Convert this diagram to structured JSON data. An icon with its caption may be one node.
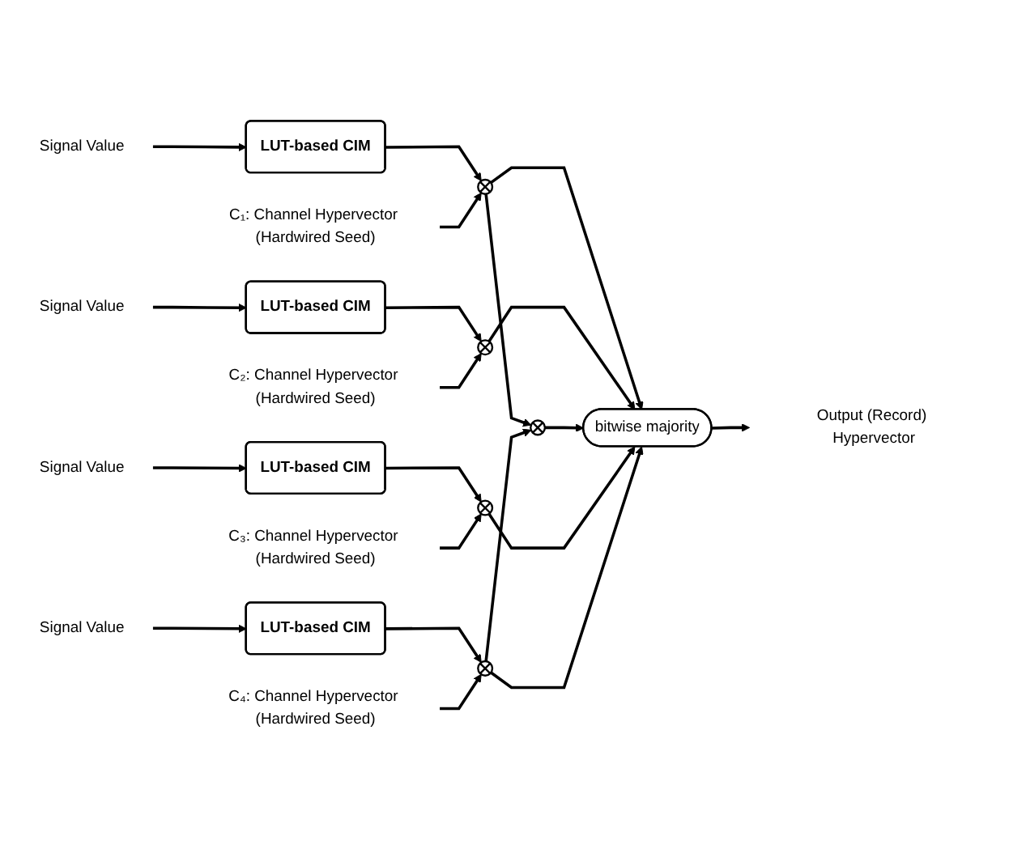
{
  "diagram": {
    "nodes": [
      {
        "text": [
          "Signal Value"
        ]
      },
      {
        "text": [
          "LUT-based CIM"
        ]
      },
      {
        "text": [],
        "shape": "circle"
      },
      {
        "text": [
          "C₁: Channel Hypervector (Hardwired Seed)"
        ]
      },
      {
        "text": [
          "Signal Value"
        ]
      },
      {
        "text": [
          "LUT-based CIM"
        ]
      },
      {
        "text": [],
        "shape": "circle"
      },
      {
        "text": [
          "C₂: Channel Hypervector (Hardwired Seed)"
        ]
      },
      {
        "text": [
          "Signal Value"
        ]
      },
      {
        "text": [
          "LUT-based CIM"
        ]
      },
      {
        "text": [],
        "shape": "circle"
      },
      {
        "text": [
          "C₃: Channel Hypervector (Hardwired Seed)"
        ]
      },
      {
        "text": [
          "Signal Value"
        ]
      },
      {
        "text": [
          "LUT-based CIM"
        ]
      },
      {
        "text": [],
        "shape": "circle"
      },
      {
        "text": [
          "C₄: Channel Hypervector (Hardwired Seed)"
        ]
      },
      {
        "text": [],
        "shape": "circle"
      },
      {
        "text": [
          "bitwise majority"
        ]
      },
      {
        "text": [
          "Output (Record) Hypervector"
        ]
      }
    ],
    "edges": [
      {
        "from": 0,
        "to": 1,
        "arrow": "to"
      },
      {
        "from": 1,
        "to": 2,
        "arrow": "to"
      },
      {
        "from": 3,
        "to": 2,
        "arrow": "to"
      },
      {
        "from": 4,
        "to": 5,
        "arrow": "to"
      },
      {
        "from": 5,
        "to": 6,
        "arrow": "to"
      },
      {
        "from": 7,
        "to": 6,
        "arrow": "to"
      },
      {
        "from": 8,
        "to": 9,
        "arrow": "to"
      },
      {
        "from": 9,
        "to": 10,
        "arrow": "to"
      },
      {
        "from": 11,
        "to": 10,
        "arrow": "to"
      },
      {
        "from": 12,
        "to": 13,
        "arrow": "to"
      },
      {
        "from": 13,
        "to": 14,
        "arrow": "to"
      },
      {
        "from": 15,
        "to": 14,
        "arrow": "to"
      },
      {
        "from": 2,
        "to": 17,
        "arrow": "to"
      },
      {
        "from": 6,
        "to": 17,
        "arrow": "to"
      },
      {
        "from": 2,
        "to": 16,
        "arrow": "to"
      },
      {
        "from": 14,
        "to": 16,
        "arrow": "to"
      },
      {
        "from": 16,
        "to": 17,
        "arrow": "to"
      },
      {
        "from": 10,
        "to": 17,
        "arrow": "to"
      },
      {
        "from": 14,
        "to": 17,
        "arrow": "to"
      },
      {
        "from": 17,
        "to": 18,
        "arrow": "to"
      }
    ]
  }
}
